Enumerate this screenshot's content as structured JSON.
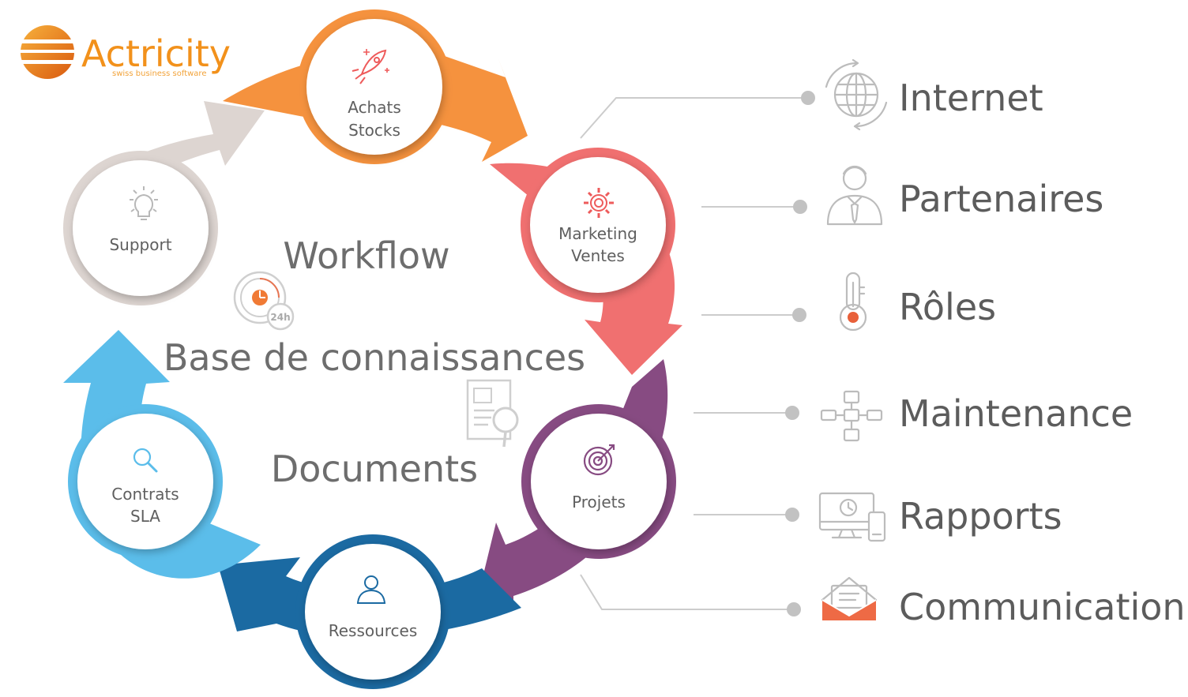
{
  "brand": {
    "name": "Actricity",
    "tagline": "swiss business software"
  },
  "center": {
    "workflow": "Workflow",
    "knowledge_base": "Base de connaissances",
    "documents": "Documents"
  },
  "cycle": [
    {
      "key": "achats",
      "lines": [
        "Achats",
        "Stocks"
      ],
      "color": "#f5923e",
      "icon": "rocket-icon"
    },
    {
      "key": "marketing",
      "lines": [
        "Marketing",
        "Ventes"
      ],
      "color": "#f07070",
      "icon": "gear-icon"
    },
    {
      "key": "projets",
      "lines": [
        "Projets"
      ],
      "color": "#874b82",
      "icon": "target-icon"
    },
    {
      "key": "ressources",
      "lines": [
        "Ressources"
      ],
      "color": "#1b6aa2",
      "icon": "person-icon"
    },
    {
      "key": "contrats",
      "lines": [
        "Contrats",
        "SLA"
      ],
      "color": "#5bbdea",
      "icon": "magnifier-icon"
    },
    {
      "key": "support",
      "lines": [
        "Support"
      ],
      "color": "#ddd5d1",
      "icon": "lightbulb-icon"
    }
  ],
  "features": [
    {
      "label": "Internet",
      "icon": "globe-icon"
    },
    {
      "label": "Partenaires",
      "icon": "businessman-icon"
    },
    {
      "label": "Rôles",
      "icon": "key-icon"
    },
    {
      "label": "Maintenance",
      "icon": "hierarchy-icon"
    },
    {
      "label": "Rapports",
      "icon": "devices-icon"
    },
    {
      "label": "Communication",
      "icon": "envelope-icon"
    }
  ],
  "colors": {
    "accent_orange": "#f5923e",
    "accent_red": "#f07070",
    "icon_gray": "#bcbcbc",
    "text_gray": "#5c5c5c"
  }
}
